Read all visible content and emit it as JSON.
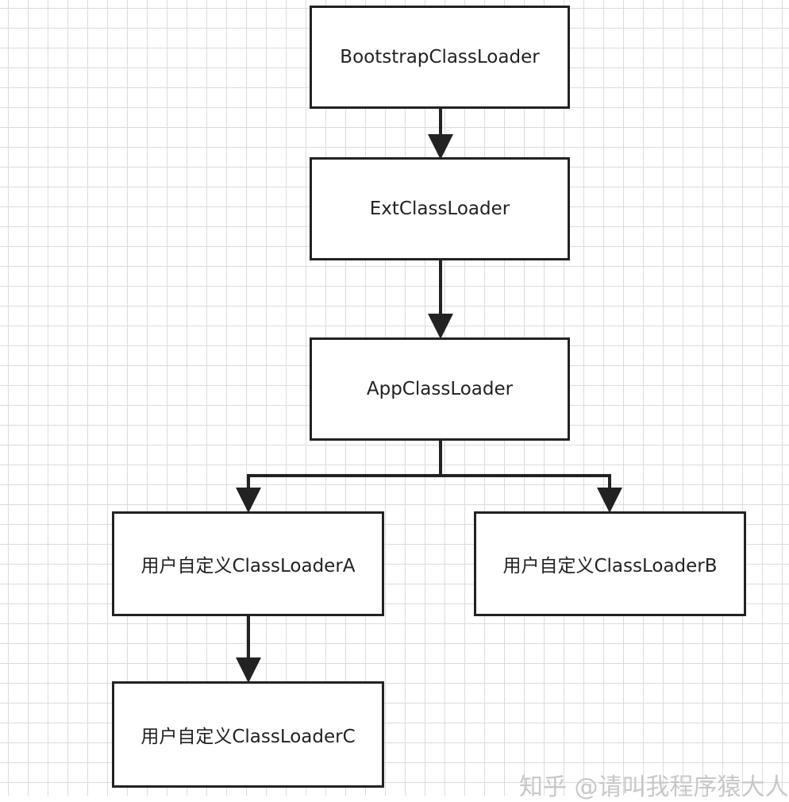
{
  "nodes": {
    "bootstrap": "BootstrapClassLoader",
    "ext": "ExtClassLoader",
    "app": "AppClassLoader",
    "custom_a": "用户自定义ClassLoaderA",
    "custom_b": "用户自定义ClassLoaderB",
    "custom_c": "用户自定义ClassLoaderC"
  },
  "edges": [
    {
      "from": "bootstrap",
      "to": "ext"
    },
    {
      "from": "ext",
      "to": "app"
    },
    {
      "from": "app",
      "to": "custom_a"
    },
    {
      "from": "app",
      "to": "custom_b"
    },
    {
      "from": "custom_a",
      "to": "custom_c"
    }
  ],
  "watermark": "知乎 @请叫我程序猿大人"
}
